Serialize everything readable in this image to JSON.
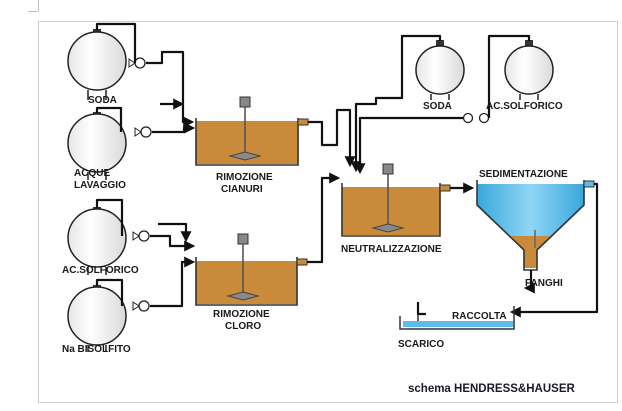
{
  "caption": "schema HENDRESS&HAUSER",
  "labels": {
    "soda_left": "SODA",
    "acque_line1": "ACQUE",
    "acque_line2": "LAVAGGIO",
    "acsolforico_left": "AC.SOLFORICO",
    "nabisolfito": "Na BISOLFITO",
    "rim_cianuri_line1": "RIMOZIONE",
    "rim_cianuri_line2": "CIANURI",
    "rim_cloro_line1": "RIMOZIONE",
    "rim_cloro_line2": "CLORO",
    "neutralizzazione": "NEUTRALIZZAZIONE",
    "soda_right": "SODA",
    "acsolforico_right": "AC.SOLFORICO",
    "sedimentazione": "SEDIMENTAZIONE",
    "fanghi": "FANGHI",
    "raccolta": "RACCOLTA",
    "scarico": "SCARICO"
  },
  "colors": {
    "liquid": "#c98b3a",
    "water": "#5bbde8",
    "pipe": "#111111"
  }
}
